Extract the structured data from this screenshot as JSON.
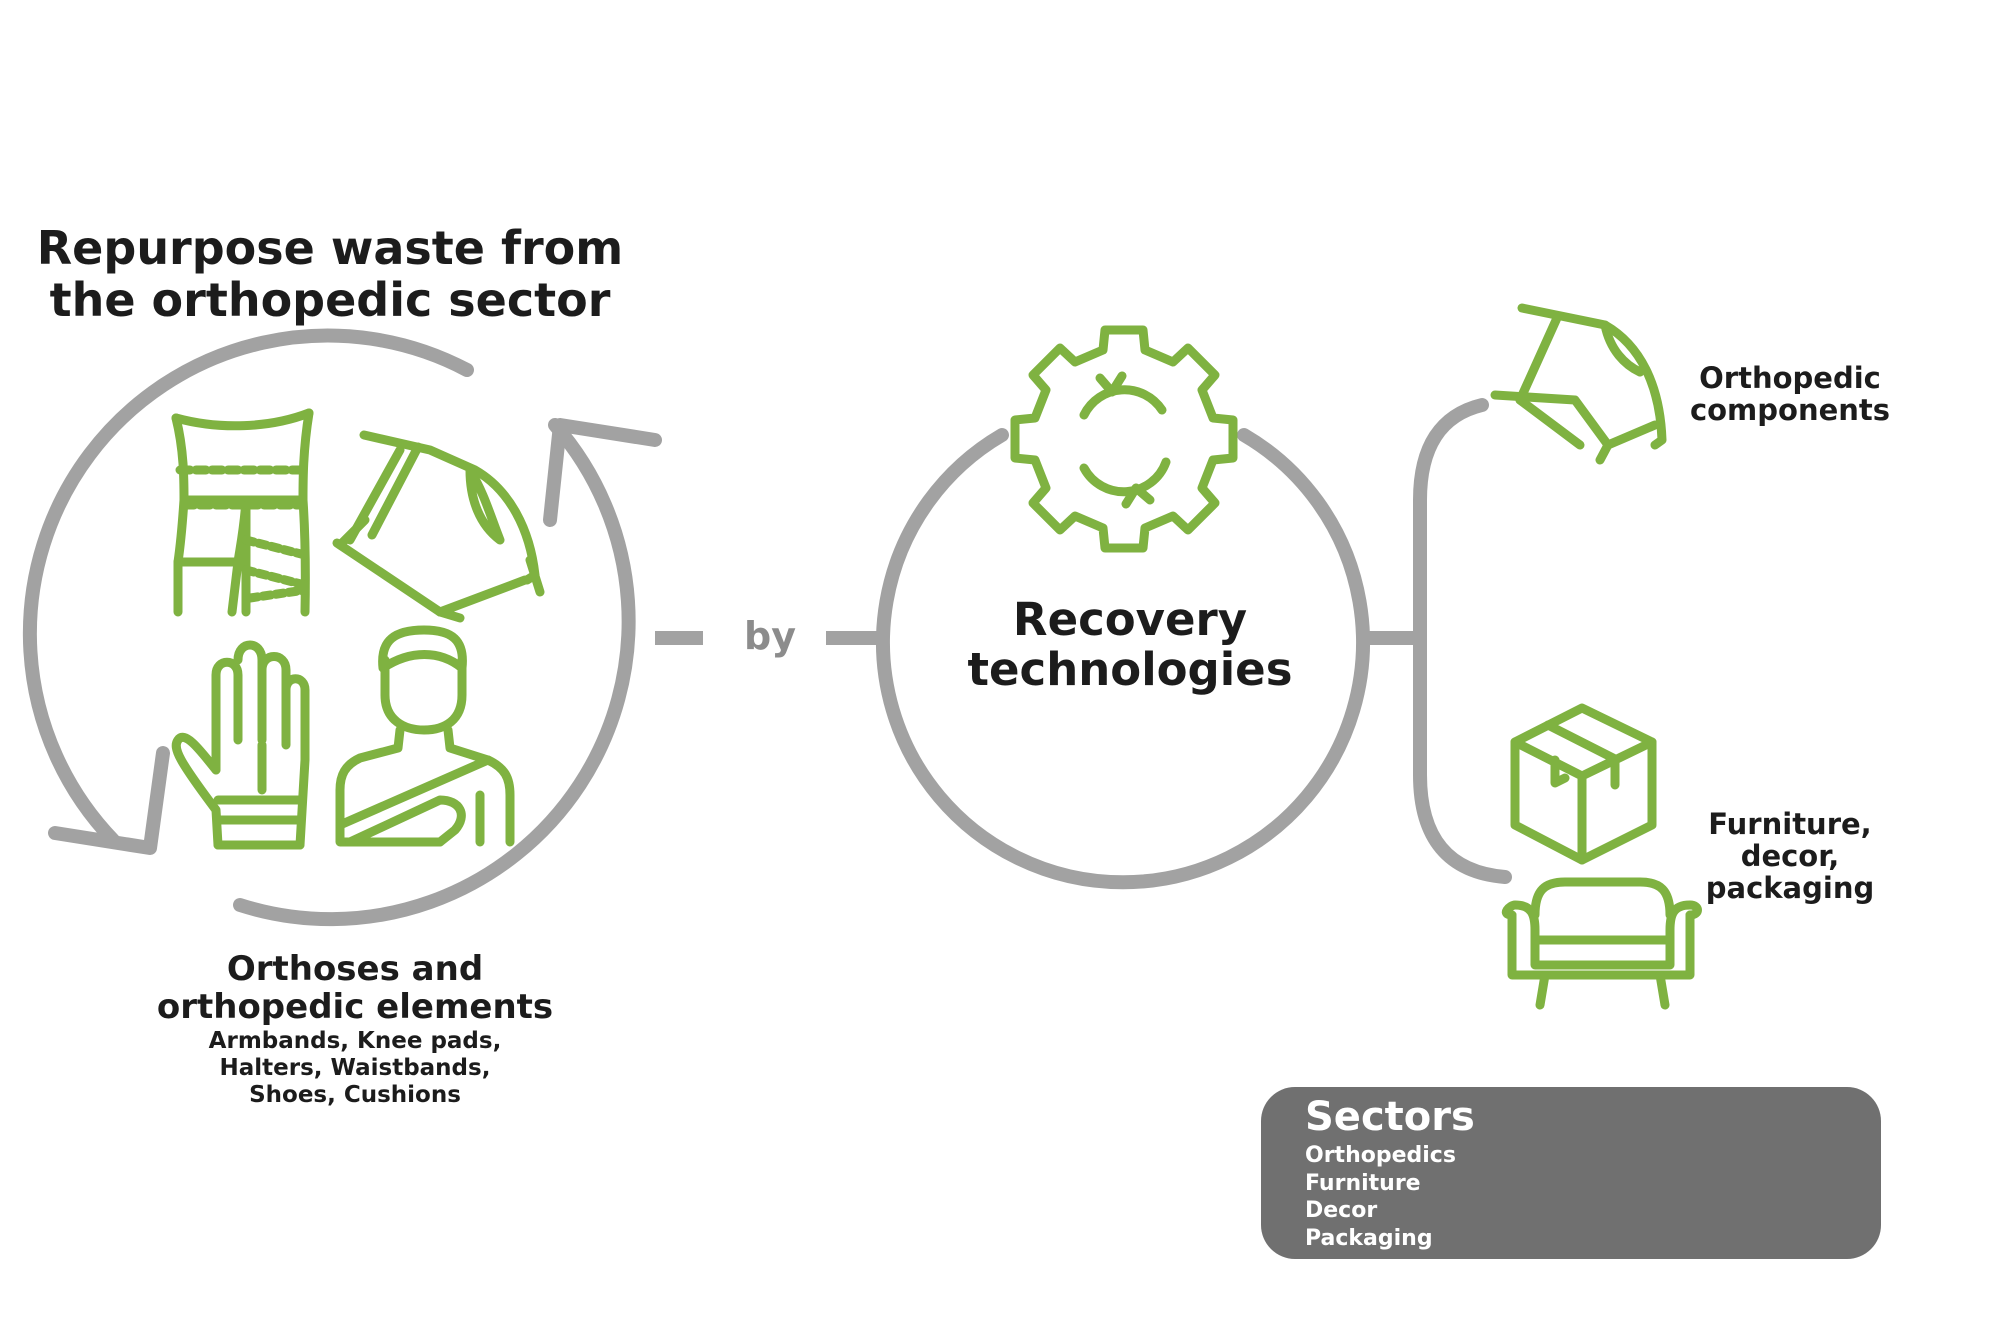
{
  "title": {
    "line1": "Repurpose waste from",
    "line2": "the orthopedic sector"
  },
  "left_cycle": {
    "label_line1": "Orthoses and",
    "label_line2": "orthopedic elements",
    "examples": [
      "Armbands, Knee pads,",
      "Halters, Waistbands,",
      "Shoes, Cushions"
    ],
    "icons": [
      "waistband-icon",
      "knee-pad-icon",
      "glove-brace-icon",
      "arm-sling-icon"
    ]
  },
  "connector_label": "by",
  "center": {
    "line1": "Recovery",
    "line2": "technologies",
    "icon": "gear-recycle-icon"
  },
  "outputs": [
    {
      "lines": [
        "Orthopedic",
        "components"
      ],
      "icon": "knee-pad-icon"
    },
    {
      "lines": [
        "Furniture,",
        "decor,",
        "packaging"
      ],
      "icons": [
        "box-icon",
        "armchair-icon"
      ]
    }
  ],
  "sectors": {
    "title": "Sectors",
    "items": [
      "Orthopedics",
      "Furniture",
      "Decor",
      "Packaging"
    ],
    "icons": [
      "knee-pad-icon",
      "floor-lamp-icon",
      "armchair-icon",
      "box-icon"
    ]
  },
  "colors": {
    "green": "#7fb241",
    "gray": "#a2a2a2",
    "box": "#707070",
    "text": "#1c1c1c",
    "connector_text": "#8c8c8c"
  }
}
